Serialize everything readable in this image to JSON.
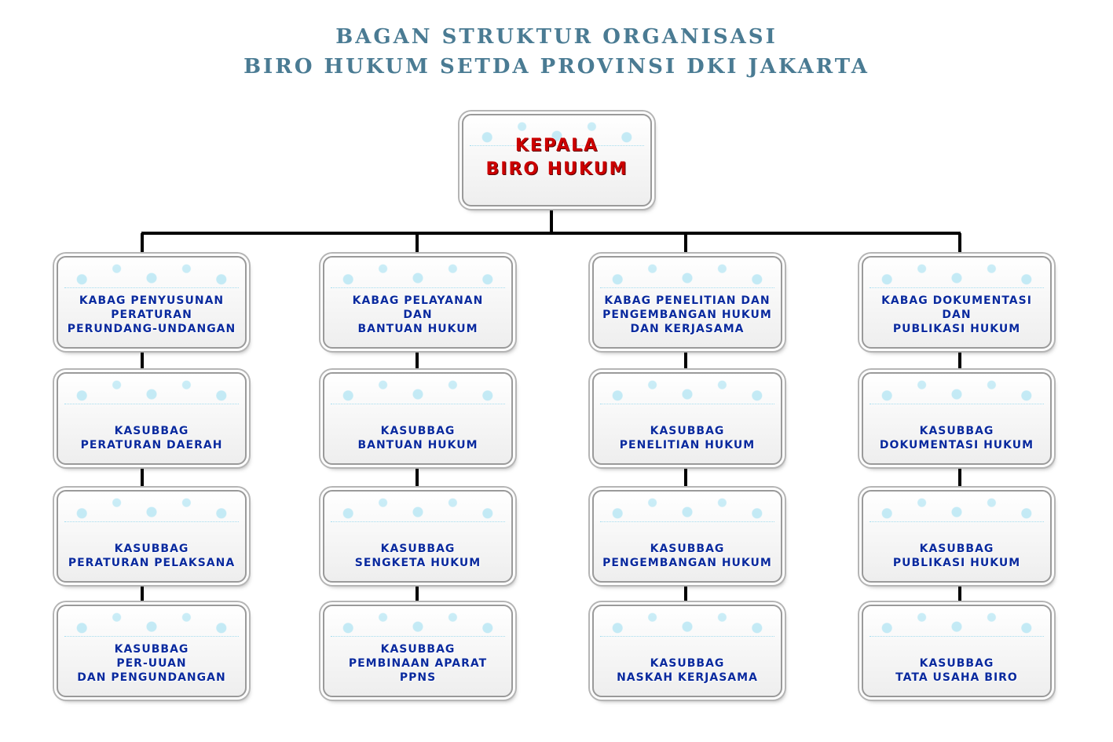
{
  "title": {
    "line1": "BAGAN STRUKTUR ORGANISASI",
    "line2": "BIRO HUKUM SETDA PROVINSI DKI JAKARTA"
  },
  "head": {
    "line1": "KEPALA",
    "line2": "BIRO HUKUM"
  },
  "columns": [
    {
      "kabag": [
        "KABAG PENYUSUNAN",
        "PERATURAN",
        "PERUNDANG-UNDANGAN"
      ],
      "sub1": [
        "KASUBBAG",
        "PERATURAN DAERAH"
      ],
      "sub2": [
        "KASUBBAG",
        "PERATURAN PELAKSANA"
      ],
      "sub3": [
        "KASUBBAG",
        "PER-UUAN",
        "DAN PENGUNDANGAN"
      ]
    },
    {
      "kabag": [
        "KABAG PELAYANAN",
        "DAN",
        "BANTUAN HUKUM"
      ],
      "sub1": [
        "KASUBBAG",
        "BANTUAN HUKUM"
      ],
      "sub2": [
        "KASUBBAG",
        "SENGKETA HUKUM"
      ],
      "sub3": [
        "KASUBBAG",
        "PEMBINAAN APARAT",
        "PPNS"
      ]
    },
    {
      "kabag": [
        "KABAG PENELITIAN DAN",
        "PENGEMBANGAN HUKUM",
        "DAN KERJASAMA"
      ],
      "sub1": [
        "KASUBBAG",
        "PENELITIAN HUKUM"
      ],
      "sub2": [
        "KASUBBAG",
        "PENGEMBANGAN HUKUM"
      ],
      "sub3": [
        "KASUBBAG",
        "NASKAH KERJASAMA"
      ]
    },
    {
      "kabag": [
        "KABAG DOKUMENTASI",
        "DAN",
        "PUBLIKASI HUKUM"
      ],
      "sub1": [
        "KASUBBAG",
        "DOKUMENTASI HUKUM"
      ],
      "sub2": [
        "KASUBBAG",
        "PUBLIKASI HUKUM"
      ],
      "sub3": [
        "KASUBBAG",
        "TATA USAHA BIRO"
      ]
    }
  ],
  "colors": {
    "title": "#4a7b93",
    "head_text": "#cc0000",
    "box_text": "#0a2a9e",
    "connector": "#000000"
  }
}
